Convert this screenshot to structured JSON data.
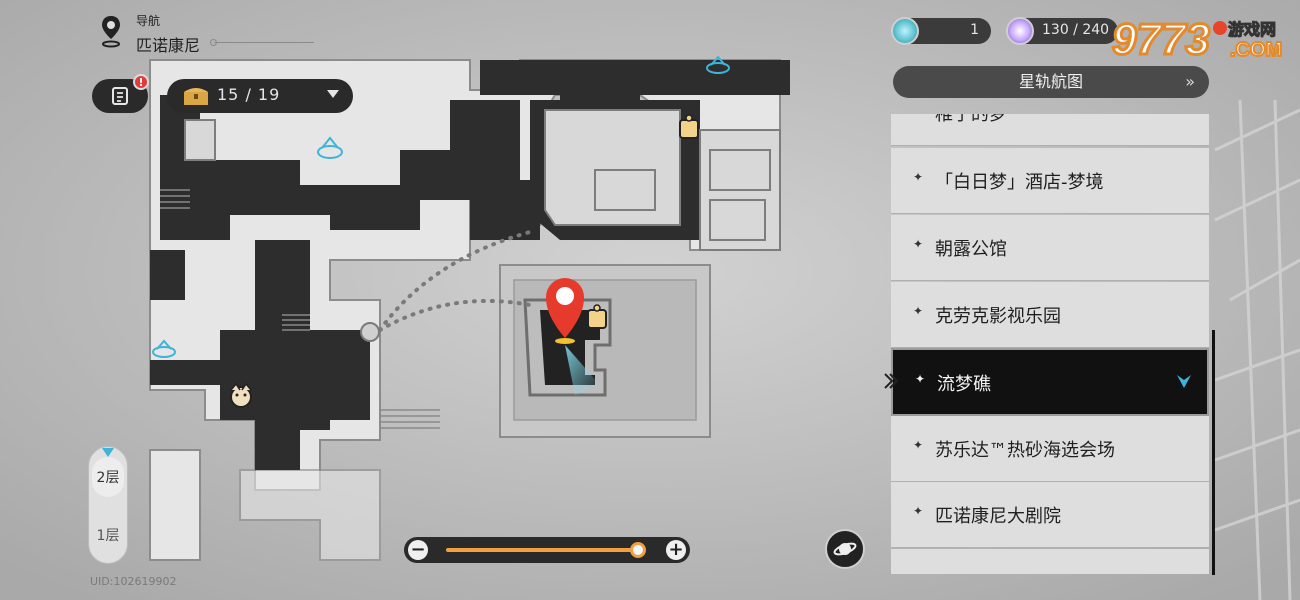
{
  "nav": {
    "title": "导航",
    "location": "匹诺康尼"
  },
  "mission": {
    "badge": "!"
  },
  "chest": {
    "count": "15 / 19"
  },
  "resources": {
    "res1_value": "1",
    "res2_value": "130 / 240"
  },
  "watermark": {
    "number": "9773",
    "label": "游戏网",
    "com": "COM"
  },
  "star_rail_map": {
    "title": "星轨航图",
    "chevron": "»"
  },
  "locations": [
    {
      "label": "稚子的梦",
      "active": false
    },
    {
      "label": "「白日梦」酒店-梦境",
      "active": false
    },
    {
      "label": "朝露公馆",
      "active": false
    },
    {
      "label": "克劳克影视乐园",
      "active": false
    },
    {
      "label": "流梦礁",
      "active": true
    },
    {
      "label": "苏乐达™热砂海选会场",
      "active": false
    },
    {
      "label": "匹诺康尼大剧院",
      "active": false
    }
  ],
  "star_glyph": "✦",
  "floors": {
    "upper": "2层",
    "lower": "1层",
    "selected": "2层"
  },
  "uid": "UID:102619902",
  "zoom": {
    "minus": "−",
    "plus": "+",
    "level": 0.98
  },
  "icons": [
    "map-pin-icon",
    "mission-log-icon",
    "treasure-chest-icon",
    "space-anchor-icon",
    "puzzle-piece-icon",
    "npc-icon",
    "location-marker-icon",
    "planet-icon"
  ],
  "colors": {
    "accent": "#f0a040",
    "marker": "#e53a2c",
    "teleport": "#3fb3d8",
    "active_row": "#111111"
  }
}
